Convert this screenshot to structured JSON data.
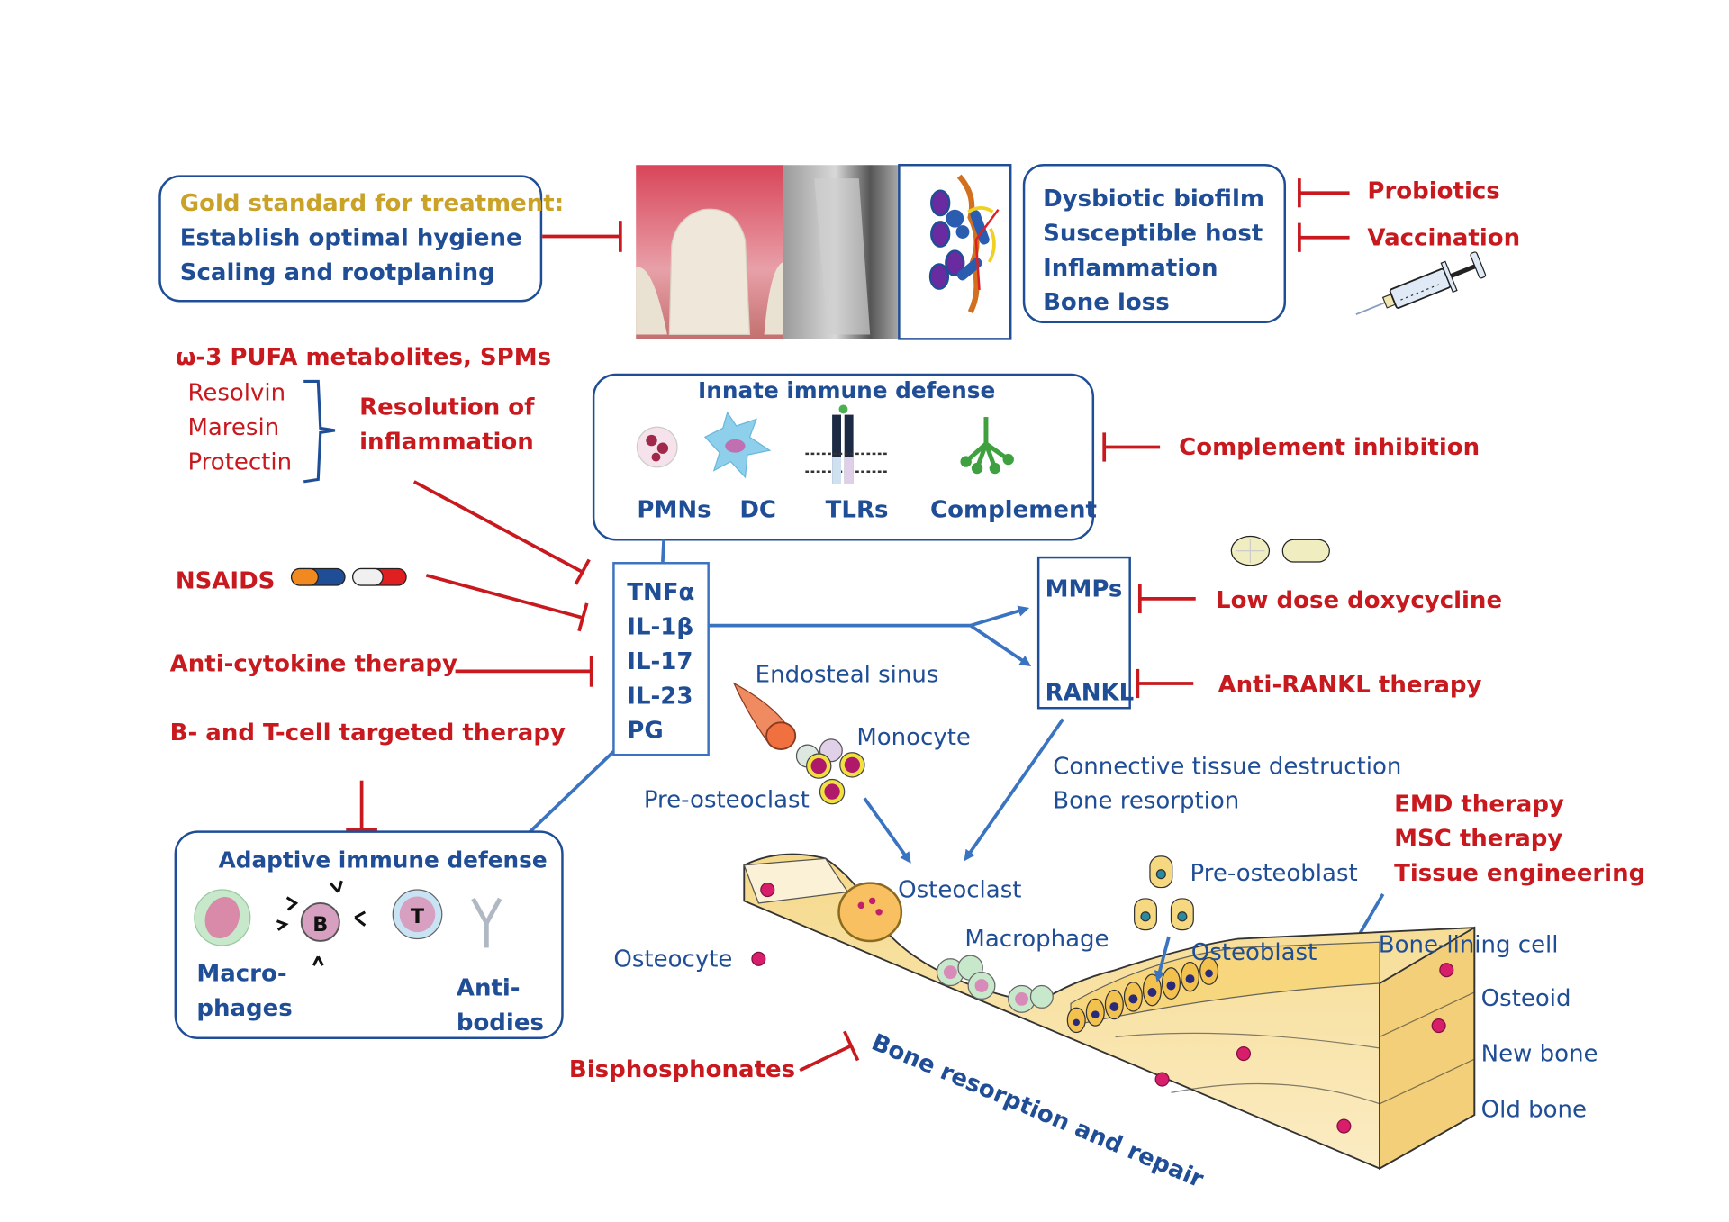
{
  "colors": {
    "blue": "#1f4e96",
    "red": "#c8191e",
    "gold": "#c9a227",
    "connector_blue": "#3a73c0",
    "bone": "#f6dfa0"
  },
  "gold_standard": {
    "title": "Gold standard for treatment:",
    "lines": [
      "Establish optimal hygiene",
      "Scaling and rootplaning"
    ]
  },
  "disease_box": {
    "lines": [
      "Dysbiotic biofilm",
      "Susceptible host",
      "Inflammation",
      "Bone loss"
    ]
  },
  "top_right_therapies": [
    "Probiotics",
    "Vaccination"
  ],
  "spm": {
    "title": "ω-3 PUFA metabolites, SPMs",
    "items": [
      "Resolvin",
      "Maresin",
      "Protectin"
    ],
    "effect": [
      "Resolution of",
      "inflammation"
    ]
  },
  "innate": {
    "title": "Innate immune defense",
    "labels": [
      "PMNs",
      "DC",
      "TLRs",
      "Complement"
    ],
    "therapy": "Complement inhibition"
  },
  "left_therapies": {
    "nsaids": "NSAIDS",
    "anti_cytokine": "Anti-cytokine therapy",
    "bt_cell": "B- and T-cell targeted therapy"
  },
  "cytokines": [
    "TNFα",
    "IL-1β",
    "IL-17",
    "IL-23",
    "PG"
  ],
  "effectors": {
    "mmps": "MMPs",
    "rankl": "RANKL",
    "mmps_therapy": "Low dose doxycycline",
    "rankl_therapy": "Anti-RANKL therapy"
  },
  "adaptive": {
    "title": "Adaptive immune defense",
    "b_label": "B",
    "t_label": "T",
    "macrophages": [
      "Macro-",
      "phages"
    ],
    "antibodies": [
      "Anti-",
      "bodies"
    ]
  },
  "outcomes": [
    "Connective tissue destruction",
    "Bone resorption"
  ],
  "regen_therapies": [
    "EMD therapy",
    "MSC therapy",
    "Tissue engineering"
  ],
  "bone_labels": {
    "endosteal_sinus": "Endosteal sinus",
    "monocyte": "Monocyte",
    "pre_osteoclast": "Pre-osteoclast",
    "osteoclast": "Osteoclast",
    "macrophage": "Macrophage",
    "osteocyte": "Osteocyte",
    "pre_osteoblast": "Pre-osteoblast",
    "osteoblast": "Osteoblast",
    "bone_lining_cell": "Bone-lining cell",
    "osteoid": "Osteoid",
    "new_bone": "New bone",
    "old_bone": "Old bone",
    "process": "Bone resorption and repair"
  },
  "bisphosphonates": "Bisphosphonates"
}
